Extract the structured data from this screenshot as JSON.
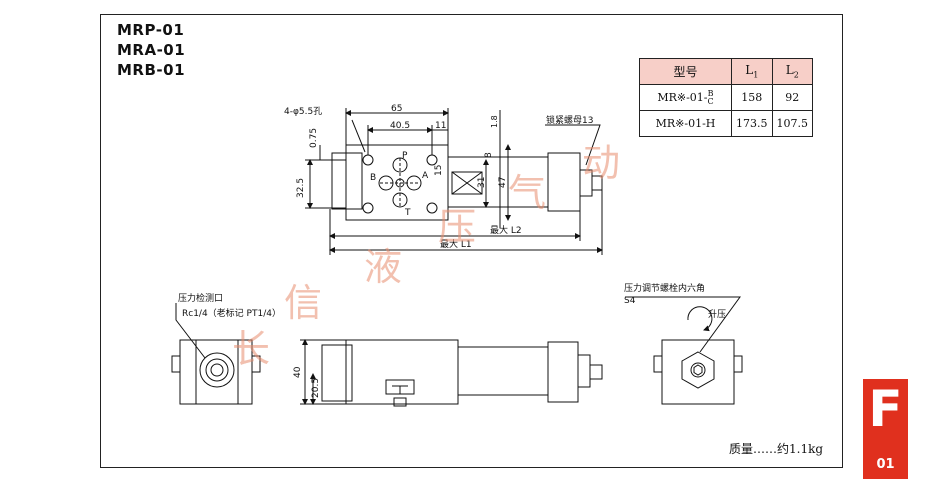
{
  "models": [
    "MRP-01",
    "MRA-01",
    "MRB-01"
  ],
  "table": {
    "headers": [
      "型号",
      "L1",
      "L2"
    ],
    "rows": [
      {
        "model": "MR※-01-",
        "suffix_top": "B",
        "suffix_bottom": "C",
        "l1": "158",
        "l2": "92"
      },
      {
        "model": "MR※-01-H",
        "l1": "173.5",
        "l2": "107.5"
      }
    ]
  },
  "dims": {
    "holes": "4-φ5.5孔",
    "d65": "65",
    "d40_5": "40.5",
    "d11": "11",
    "d1_8": "1.8",
    "d0_75": "0.75",
    "d32_5": "32.5",
    "d15": "15",
    "d8": "8",
    "d31": "31",
    "d47": "47",
    "lock_nut": "锁紧螺母13",
    "max_l2": "最大 L2",
    "max_l1": "最大 L1",
    "port_p": "P",
    "port_a": "A",
    "port_b": "B",
    "port_t": "T",
    "d40": "40",
    "d20_5": "20.5"
  },
  "notes": {
    "pressure_port": "压力检测口",
    "pressure_port_spec": "Rc1/4（老标记 PT1/4）",
    "adjust_bolt": "压力调节螺栓内六角",
    "adjust_size": "S4",
    "raise": "升压",
    "mass": "质量……约1.1kg"
  },
  "watermark": [
    "长",
    "信",
    "液",
    "压",
    "气",
    "动"
  ],
  "badge": {
    "letter": "F",
    "number": "01"
  },
  "colors": {
    "accent": "#e0301e",
    "table_header": "#f7cfc8",
    "watermark": "#e88c6e"
  }
}
